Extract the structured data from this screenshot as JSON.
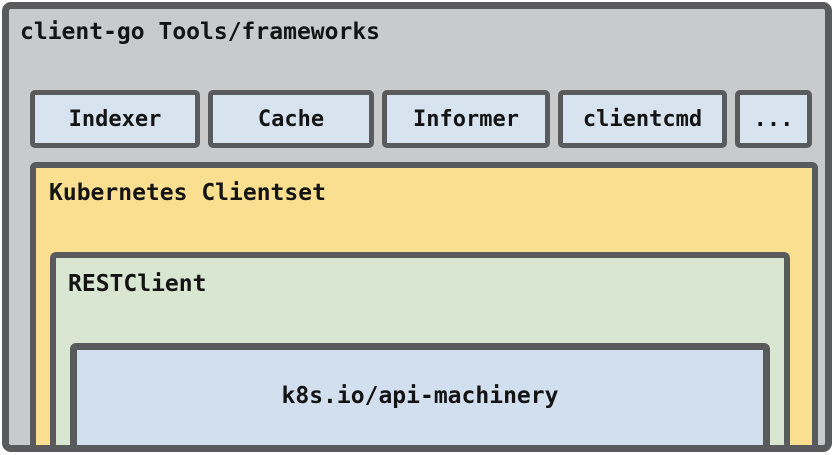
{
  "diagram": {
    "outer": {
      "title": "client-go Tools/frameworks"
    },
    "tools": [
      {
        "label": "Indexer"
      },
      {
        "label": "Cache"
      },
      {
        "label": "Informer"
      },
      {
        "label": "clientcmd"
      },
      {
        "label": "..."
      }
    ],
    "clientset": {
      "title": "Kubernetes Clientset"
    },
    "restclient": {
      "title": "RESTClient"
    },
    "apimachinery": {
      "title": "k8s.io/api-machinery"
    }
  },
  "colors": {
    "border": "#595a5c",
    "outer_fill": "#c9cacb",
    "tool_fill": "#d8e3f0",
    "clientset_fill": "#fbdf90",
    "restclient_fill": "#d9e7d2",
    "apimachinery_fill": "#d2dfee",
    "text": "#141414",
    "page_background": "#ffffff"
  }
}
